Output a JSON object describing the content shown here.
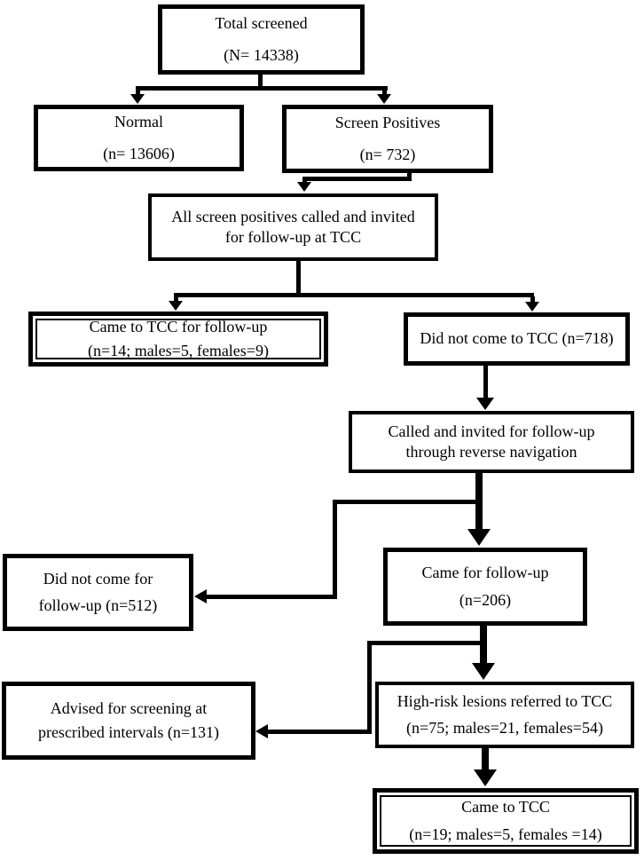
{
  "figure": {
    "type": "flowchart",
    "background_color": "#ffffff",
    "line_color": "#000000",
    "text_color": "#000000"
  },
  "nodes": {
    "total_screened": {
      "lines": [
        "Total screened",
        "(N= 14338)"
      ]
    },
    "normal": {
      "lines": [
        "Normal",
        "(n= 13606)"
      ]
    },
    "screen_positives": {
      "lines": [
        "Screen Positives",
        "(n= 732)"
      ]
    },
    "all_positives_invited": {
      "lines": [
        "All screen positives called and invited",
        "for follow-up at TCC"
      ]
    },
    "came_to_tcc_followup": {
      "lines": [
        "Came to TCC for follow-up",
        "(n=14; males=5, females=9)"
      ]
    },
    "did_not_come_tcc": {
      "lines": [
        "Did not come to TCC (n=718)"
      ]
    },
    "called_reverse_nav": {
      "lines": [
        "Called and invited for follow-up",
        "through reverse navigation"
      ]
    },
    "did_not_come_followup": {
      "lines": [
        "Did not come for",
        "follow-up (n=512)"
      ]
    },
    "came_for_followup": {
      "lines": [
        "Came for follow-up",
        "(n=206)"
      ]
    },
    "advised_screening": {
      "lines": [
        "Advised for screening at",
        "prescribed intervals (n=131)"
      ]
    },
    "high_risk_lesions": {
      "lines": [
        "High-risk lesions referred to TCC",
        "(n=75; males=21, females=54)"
      ]
    },
    "came_to_tcc_final": {
      "lines": [
        "Came to TCC",
        "(n=19; males=5, females =14)"
      ]
    }
  }
}
